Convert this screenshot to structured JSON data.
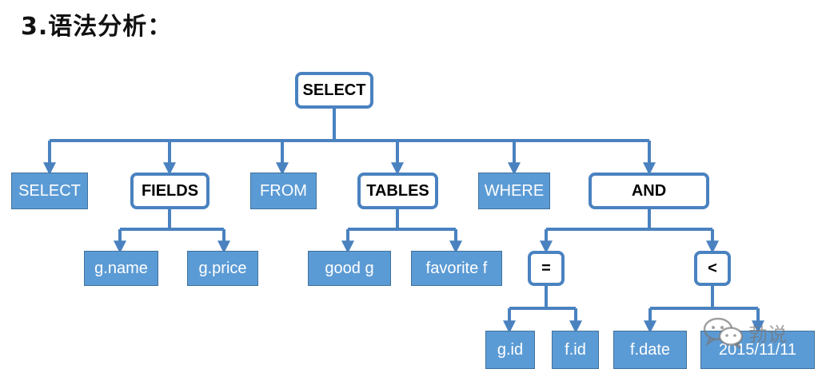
{
  "title": "3.语法分析：",
  "nodes": {
    "root": "SELECT",
    "select_kw": "SELECT",
    "fields": "FIELDS",
    "from_kw": "FROM",
    "tables": "TABLES",
    "where_kw": "WHERE",
    "and_op": "AND",
    "g_name": "g.name",
    "g_price": "g.price",
    "good_g": "good g",
    "favorite_f": "favorite f",
    "eq_op": "=",
    "lt_op": "<",
    "g_id": "g.id",
    "f_id": "f.id",
    "f_date": "f.date",
    "date_literal": "2015/11/11"
  },
  "watermark": {
    "icon": "wechat-icon",
    "text": "勃说"
  },
  "colors": {
    "line": "#4a82c0",
    "leaf_fill": "#5b9bd5",
    "keyword_border": "#4a82c0"
  }
}
